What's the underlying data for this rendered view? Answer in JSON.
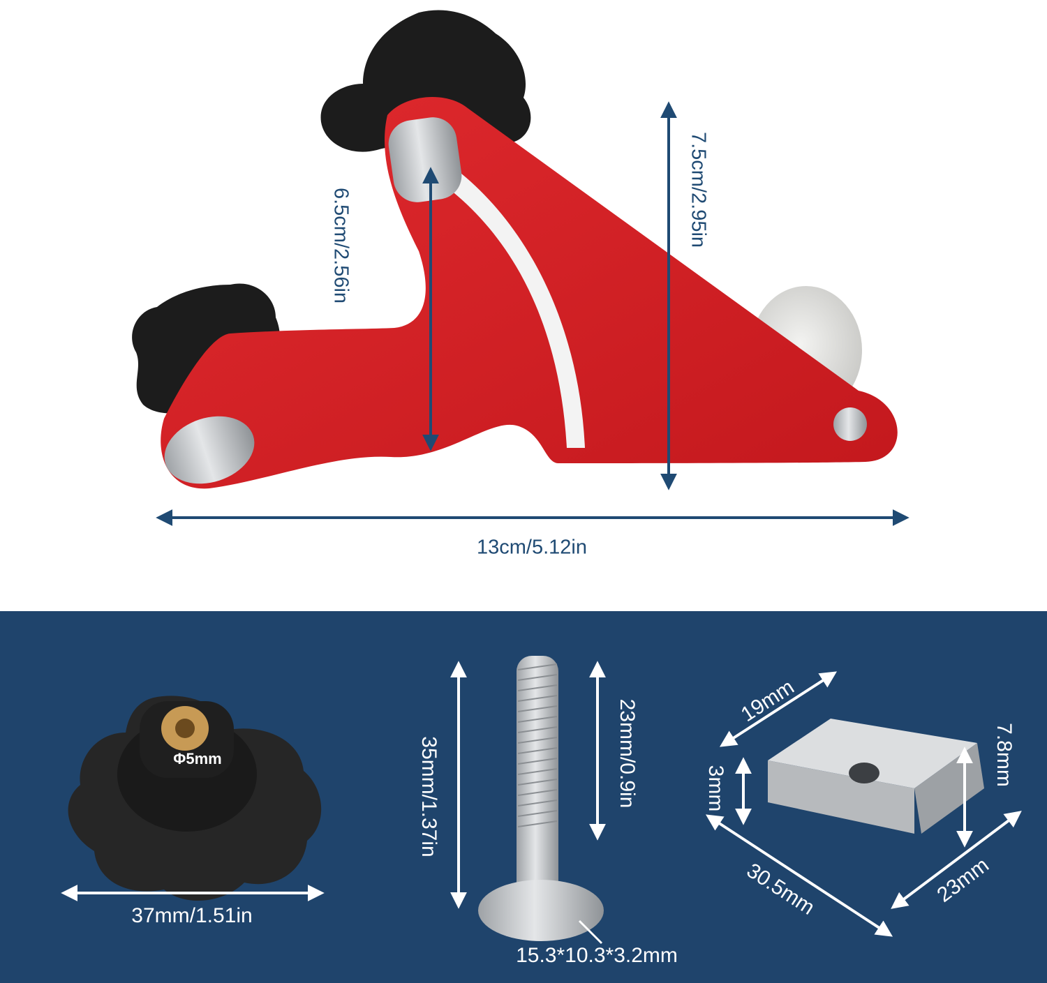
{
  "colors": {
    "arrow_dark": "#1f4a73",
    "panel_blue": "#1f446c",
    "guide_red": "#d11f24",
    "knob_black": "#1c1c1c",
    "metal_silver": "#c9cbcd"
  },
  "main": {
    "width_label": "13cm/5.12in",
    "total_height_label": "7.5cm/2.95in",
    "slot_height_label": "6.5cm/2.56in"
  },
  "parts": {
    "knob": {
      "diameter_label": "37mm/1.51in",
      "thread_label": "Φ5mm"
    },
    "bolt": {
      "length_label": "35mm/1.37in",
      "thread_length_label": "23mm/0.9in",
      "head_label": "15.3*10.3*3.2mm"
    },
    "slider": {
      "width_label": "19mm",
      "length_label": "30.5mm",
      "depth_label": "23mm",
      "height_label": "7.8mm",
      "step_label": "3mm"
    }
  }
}
